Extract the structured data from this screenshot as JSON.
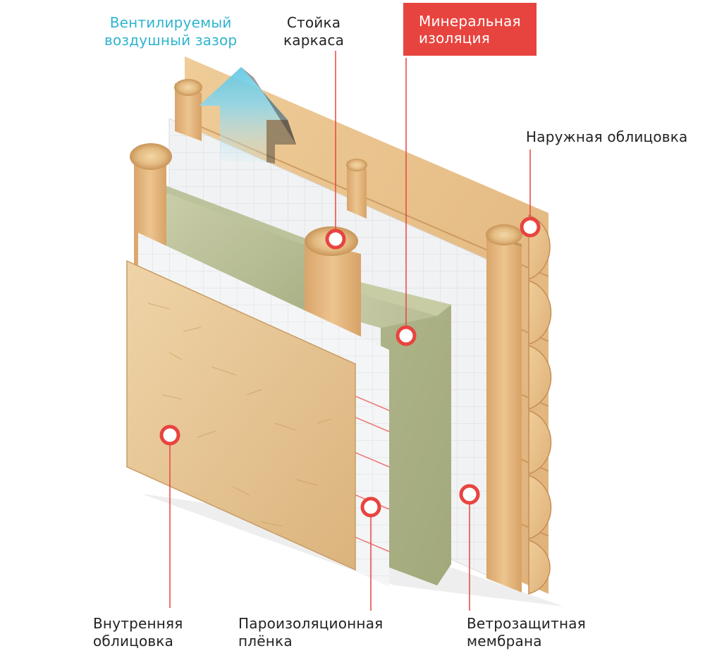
{
  "labels": {
    "air_gap": {
      "line1": "Вентилируемый",
      "line2": "воздушный зазор"
    },
    "frame_post": {
      "line1": "Стойка",
      "line2": "каркаса"
    },
    "mineral_insulation": {
      "line1": "Минеральная",
      "line2": "изоляция"
    },
    "exterior_cladding": {
      "line1": "Наружная облицовка"
    },
    "interior_cladding": {
      "line1": "Внутренняя",
      "line2": "облицовка"
    },
    "vapor_barrier": {
      "line1": "Пароизоляционная",
      "line2": "плёнка"
    },
    "wind_membrane": {
      "line1": "Ветрозащитная",
      "line2": "мембрана"
    }
  },
  "colors": {
    "accent_red": "#e8443f",
    "air_arrow": "#8fd6ea",
    "air_text": "#2fb4cf",
    "wood": "#e2b57f",
    "osb": "#e9c89a",
    "wool": "#b6bc93",
    "membrane": "#f1f2f3"
  },
  "icons": {
    "marker": "red-ring-marker-icon",
    "arrow": "up-arrow-icon"
  }
}
